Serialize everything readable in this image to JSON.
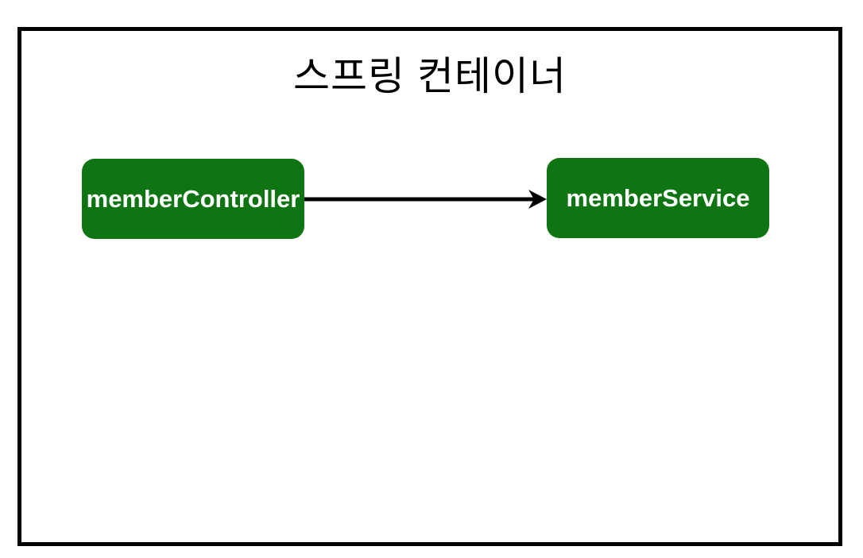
{
  "diagram": {
    "title": "스프링 컨테이너",
    "nodes": [
      {
        "id": "memberController",
        "label": "memberController"
      },
      {
        "id": "memberService",
        "label": "memberService"
      }
    ],
    "edges": [
      {
        "from": "memberController",
        "to": "memberService",
        "style": "solid-arrow"
      }
    ],
    "colors": {
      "background": "#ffffff",
      "frame_border": "#000000",
      "node_fill": "#0e7512",
      "node_text": "#ffffff",
      "arrow": "#000000",
      "title_text": "#000000"
    }
  }
}
